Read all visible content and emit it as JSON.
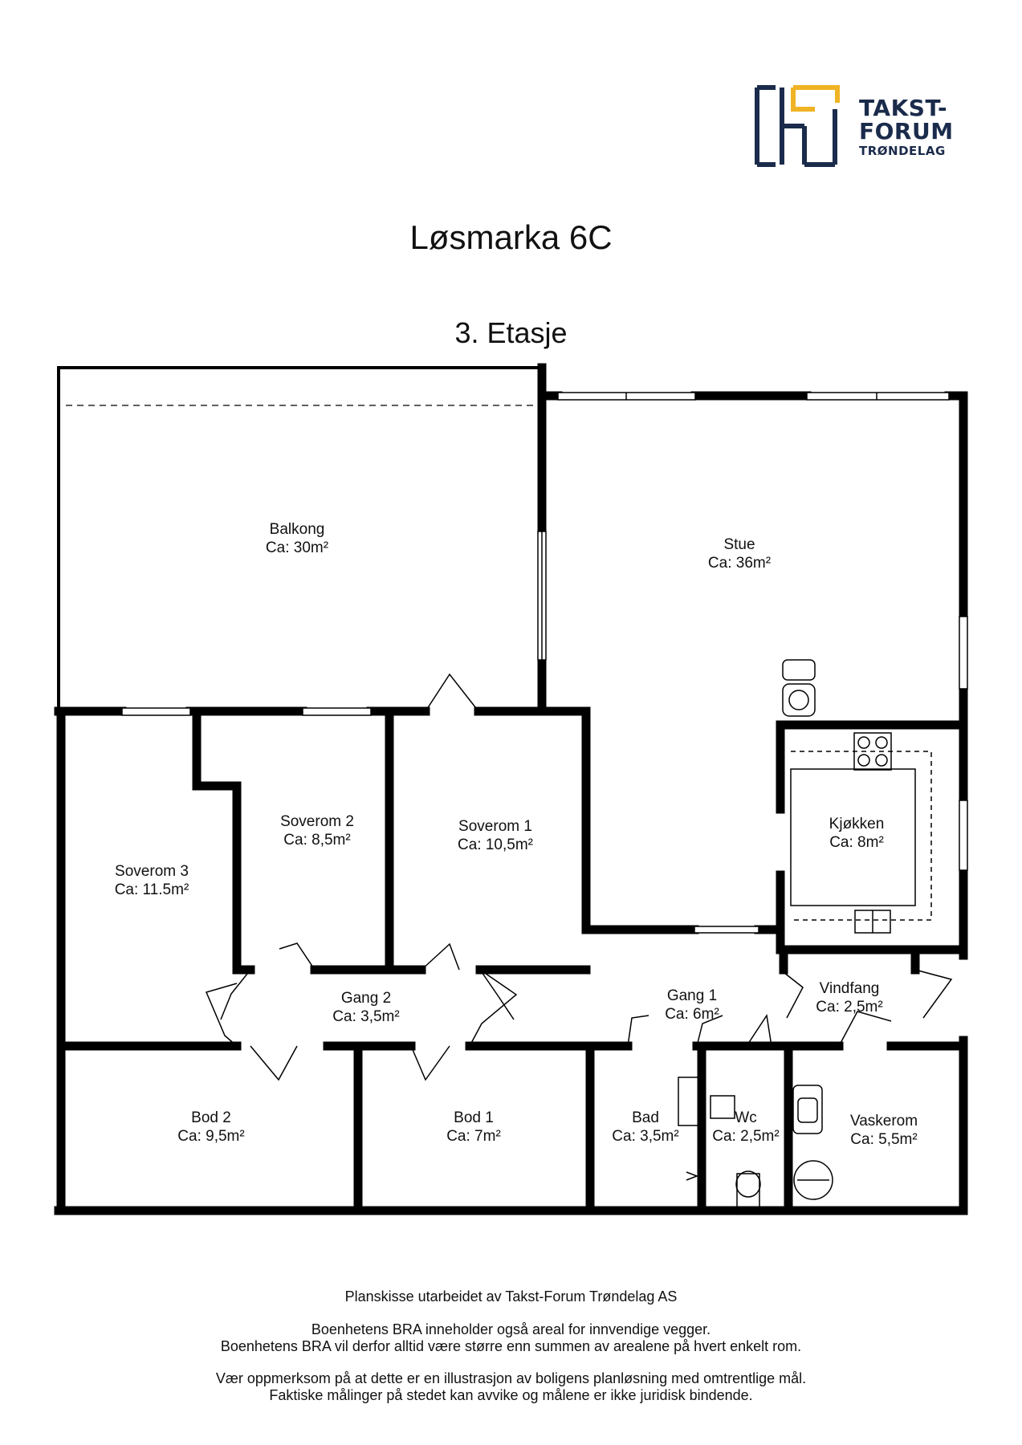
{
  "logo": {
    "line1": "TAKST-",
    "line2": "FORUM",
    "line3": "TRØNDELAG"
  },
  "title": "Løsmarka 6C",
  "subtitle": "3. Etasje",
  "rooms": {
    "balkong": {
      "name": "Balkong",
      "area": "Ca: 30m²"
    },
    "stue": {
      "name": "Stue",
      "area": "Ca: 36m²"
    },
    "soverom2": {
      "name": "Soverom 2",
      "area": "Ca: 8,5m²"
    },
    "soverom1": {
      "name": "Soverom 1",
      "area": "Ca: 10,5m²"
    },
    "soverom3": {
      "name": "Soverom 3",
      "area": "Ca: 11.5m²"
    },
    "kjokken": {
      "name": "Kjøkken",
      "area": "Ca: 8m²"
    },
    "gang2": {
      "name": "Gang 2",
      "area": "Ca: 3,5m²"
    },
    "gang1": {
      "name": "Gang 1",
      "area": "Ca: 6m²"
    },
    "vindfang": {
      "name": "Vindfang",
      "area": "Ca: 2,5m²"
    },
    "bod2": {
      "name": "Bod 2",
      "area": "Ca: 9,5m²"
    },
    "bod1": {
      "name": "Bod 1",
      "area": "Ca: 7m²"
    },
    "bad": {
      "name": "Bad",
      "area": "Ca: 3,5m²"
    },
    "wc": {
      "name": "Wc",
      "area": "Ca: 2,5m²"
    },
    "vaskerom": {
      "name": "Vaskerom",
      "area": "Ca: 5,5m²"
    }
  },
  "footer": {
    "line1": "Planskisse utarbeidet av Takst-Forum Trøndelag AS",
    "line2": "Boenhetens BRA inneholder også areal for innvendige vegger.",
    "line3": "Boenhetens BRA vil derfor alltid være større enn summen av arealene på hvert enkelt rom.",
    "line4": "Vær oppmerksom på at dette er en illustrasjon av boligens planløsning med omtrentlige mål.",
    "line5": "Faktiske målinger på stedet kan avvike og målene er ikke juridisk bindende."
  },
  "colors": {
    "logo_navy": "#1b2b4b",
    "logo_gold": "#f0b323",
    "wall": "#000000"
  }
}
